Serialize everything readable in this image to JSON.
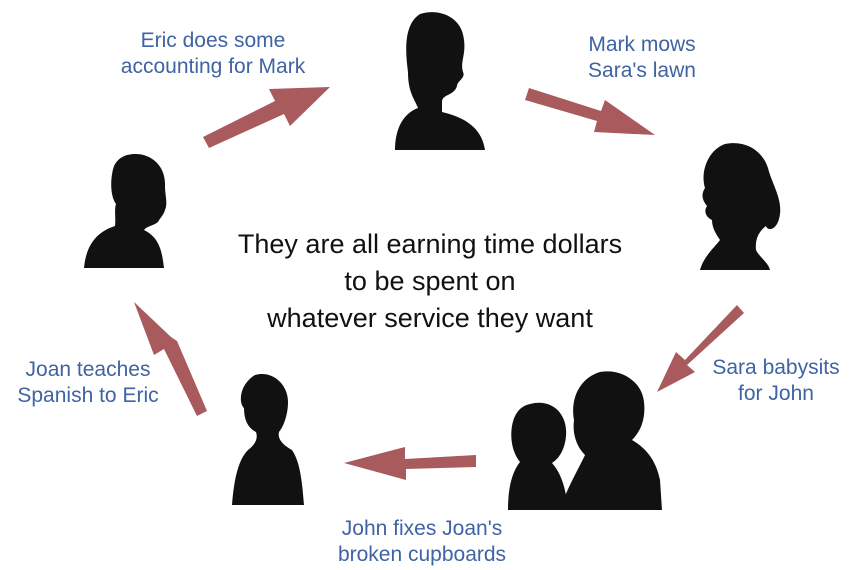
{
  "diagram": {
    "center_text": [
      "They are all earning time dollars",
      "to be spent on",
      "whatever service they want"
    ],
    "people": [
      "Eric",
      "Mark",
      "Sara",
      "John",
      "Joan"
    ],
    "exchanges": [
      {
        "lines": [
          "Eric does some",
          "accounting for Mark"
        ]
      },
      {
        "lines": [
          "Mark mows",
          "Sara's lawn"
        ]
      },
      {
        "lines": [
          "Sara babysits",
          "for John"
        ]
      },
      {
        "lines": [
          "John fixes Joan's",
          "broken cupboards"
        ]
      },
      {
        "lines": [
          "Joan teaches",
          "Spanish to Eric"
        ]
      }
    ],
    "colors": {
      "arrow": "#a85a5c",
      "label": "#3f63a3",
      "silhouette": "#111111",
      "center_text": "#111111"
    }
  }
}
